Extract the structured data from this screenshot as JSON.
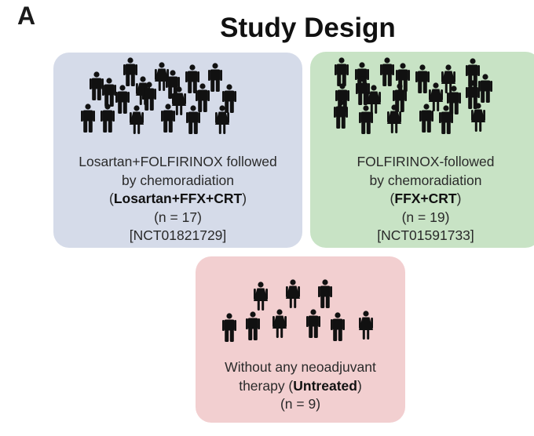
{
  "panel_label": "A",
  "title": "Study Design",
  "colors": {
    "losartan_box": "#d5dbe9",
    "ffx_box": "#c8e3c5",
    "untreated_box": "#f2cfd0",
    "figure": "#111111"
  },
  "icons": {
    "person": "person-icon",
    "female": "female-person-icon"
  },
  "groups": [
    {
      "id": "losartan",
      "line1": "Losartan+FOLFIRINOX followed",
      "line2": "by chemoradiation",
      "label_open": "(",
      "label_bold": "Losartan+FFX+CRT",
      "label_close": ")",
      "n": "(n = 17)",
      "trial": "[NCT01821729]",
      "count": 17
    },
    {
      "id": "ffx",
      "line1": "FOLFIRINOX-followed",
      "line2": "by chemoradiation",
      "label_open": "(",
      "label_bold": "FFX+CRT",
      "label_close": ")",
      "n": "(n = 19)",
      "trial": "[NCT01591733]",
      "count": 19
    },
    {
      "id": "untreated",
      "line1": "Without any neoadjuvant",
      "line2_prefix": "therapy (",
      "label_bold": "Untreated",
      "label_close": ")",
      "n": "(n = 9)",
      "count": 9
    }
  ]
}
